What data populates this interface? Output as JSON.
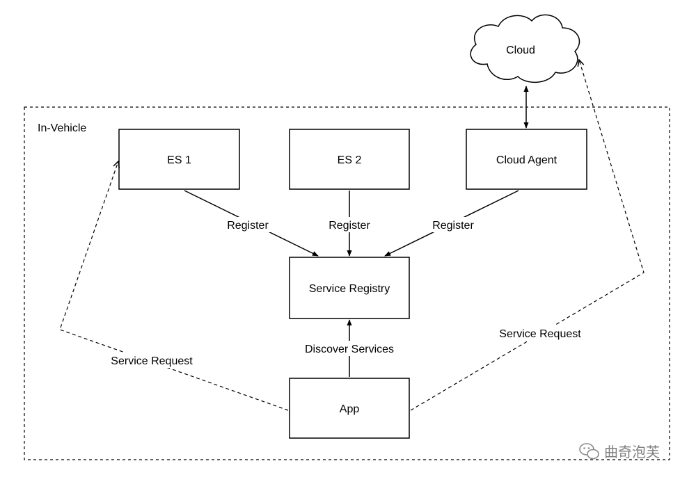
{
  "boundary": {
    "label": "In-Vehicle"
  },
  "nodes": {
    "cloud": "Cloud",
    "es1": "ES 1",
    "es2": "ES 2",
    "cloud_agent": "Cloud Agent",
    "service_registry": "Service Registry",
    "app": "App"
  },
  "edges": {
    "es1_register": "Register",
    "es2_register": "Register",
    "cloud_agent_register": "Register",
    "discover_services": "Discover Services",
    "service_request_left": "Service Request",
    "service_request_right": "Service Request"
  },
  "watermark": {
    "text": "曲奇泡芙",
    "icon": "wechat-icon"
  }
}
